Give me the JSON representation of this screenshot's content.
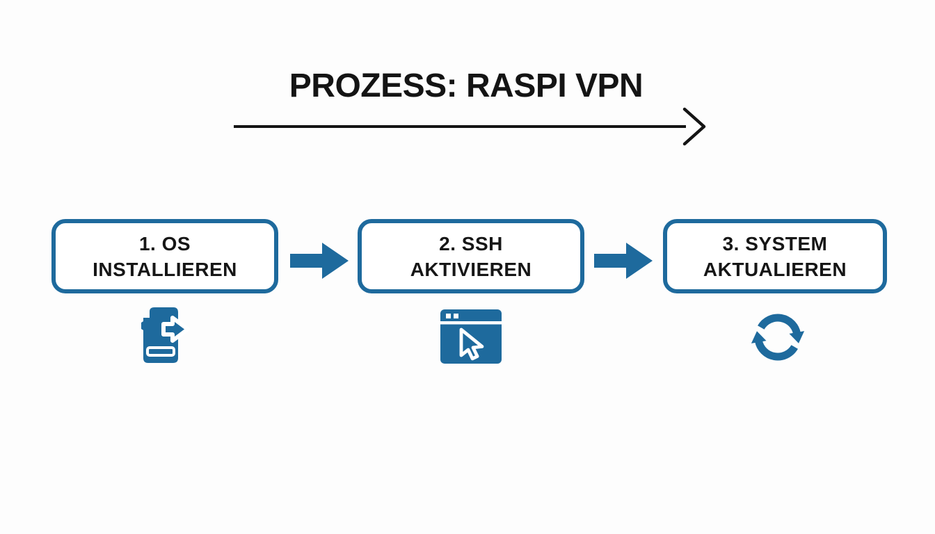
{
  "title": "PROZESS: RASPI VPN",
  "colors": {
    "accent": "#1E6A9D",
    "ink": "#141414",
    "background": "#FDFDFD"
  },
  "header_arrow_icon": "long-right-arrow-icon",
  "steps": [
    {
      "line1": "1. OS",
      "line2": "INSTALLIEREN",
      "icon": "sd-card-export-icon"
    },
    {
      "line1": "2. SSH",
      "line2": "AKTIVIEREN",
      "icon": "browser-cursor-icon"
    },
    {
      "line1": "3. SYSTEM",
      "line2": "AKTUALIEREN",
      "icon": "sync-refresh-icon"
    }
  ]
}
